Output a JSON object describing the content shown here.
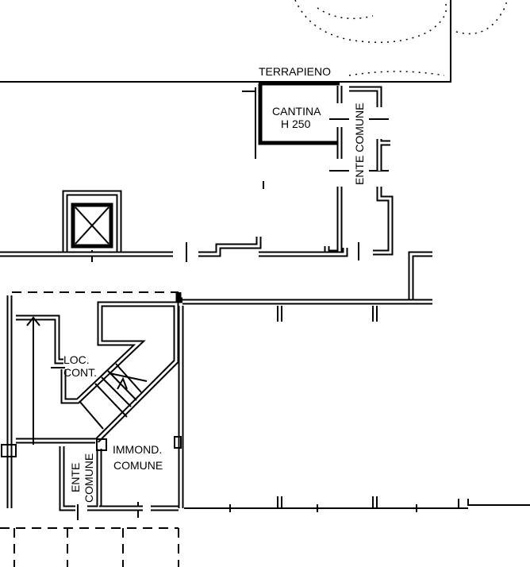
{
  "labels": {
    "terrapieno": "TERRAPIENO",
    "cantina": "CANTINA",
    "cantina_height": "H 250",
    "ente_comune_upper": "ENTE COMUNE",
    "loc": "LOC.",
    "cont": "CONT.",
    "immond": "IMMOND.",
    "immond_comune": "COMUNE",
    "ente_lower": "ENTE",
    "comune_lower": "COMUNE"
  }
}
